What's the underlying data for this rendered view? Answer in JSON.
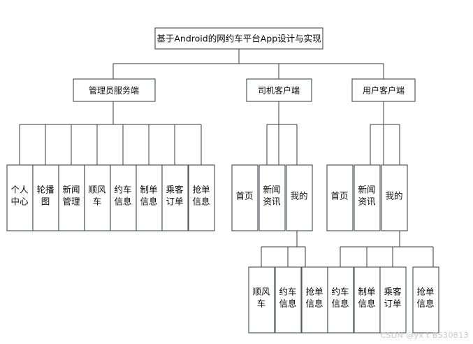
{
  "diagram": {
    "title": "基于Android的网约车平台App设计与实现",
    "type": "tree-hierarchy",
    "watermark": "CSDN @yx t BS30813",
    "colors": {
      "background": "#ffffff",
      "box_border": "#555a5e",
      "connector": "#3a3a3a",
      "text": "#0b0b0b",
      "watermark": "#c9c9c9"
    },
    "root": {
      "label": "基于Android的网约车平台App设计与实现"
    },
    "level2": [
      {
        "label": "管理员服务端"
      },
      {
        "label": "司机客户端"
      },
      {
        "label": "用户客户端"
      }
    ],
    "admin_children": [
      {
        "label_line1": "个人",
        "label_line2": "中心"
      },
      {
        "label_line1": "轮播",
        "label_line2": "图"
      },
      {
        "label_line1": "新闻",
        "label_line2": "管理"
      },
      {
        "label_line1": "顺风",
        "label_line2": "车"
      },
      {
        "label_line1": "约车",
        "label_line2": "信息"
      },
      {
        "label_line1": "制单",
        "label_line2": "信息"
      },
      {
        "label_line1": "乘客",
        "label_line2": "订单"
      },
      {
        "label_line1": "抢单",
        "label_line2": "信息"
      }
    ],
    "driver_children": [
      {
        "label_line1": "首页",
        "label_line2": ""
      },
      {
        "label_line1": "新闻",
        "label_line2": "资讯"
      },
      {
        "label_line1": "我的",
        "label_line2": ""
      }
    ],
    "driver_grandchildren": [
      {
        "label_line1": "顺风",
        "label_line2": "车"
      },
      {
        "label_line1": "约车",
        "label_line2": "信息"
      },
      {
        "label_line1": "抢单",
        "label_line2": "信息"
      }
    ],
    "user_children": [
      {
        "label_line1": "首页",
        "label_line2": ""
      },
      {
        "label_line1": "新闻",
        "label_line2": "资讯"
      },
      {
        "label_line1": "我的",
        "label_line2": ""
      }
    ],
    "user_grandchildren": [
      {
        "label_line1": "约车",
        "label_line2": "信息"
      },
      {
        "label_line1": "制单",
        "label_line2": "信息"
      },
      {
        "label_line1": "乘客",
        "label_line2": "订单"
      },
      {
        "label_line1": "抢单",
        "label_line2": "信息"
      }
    ]
  }
}
